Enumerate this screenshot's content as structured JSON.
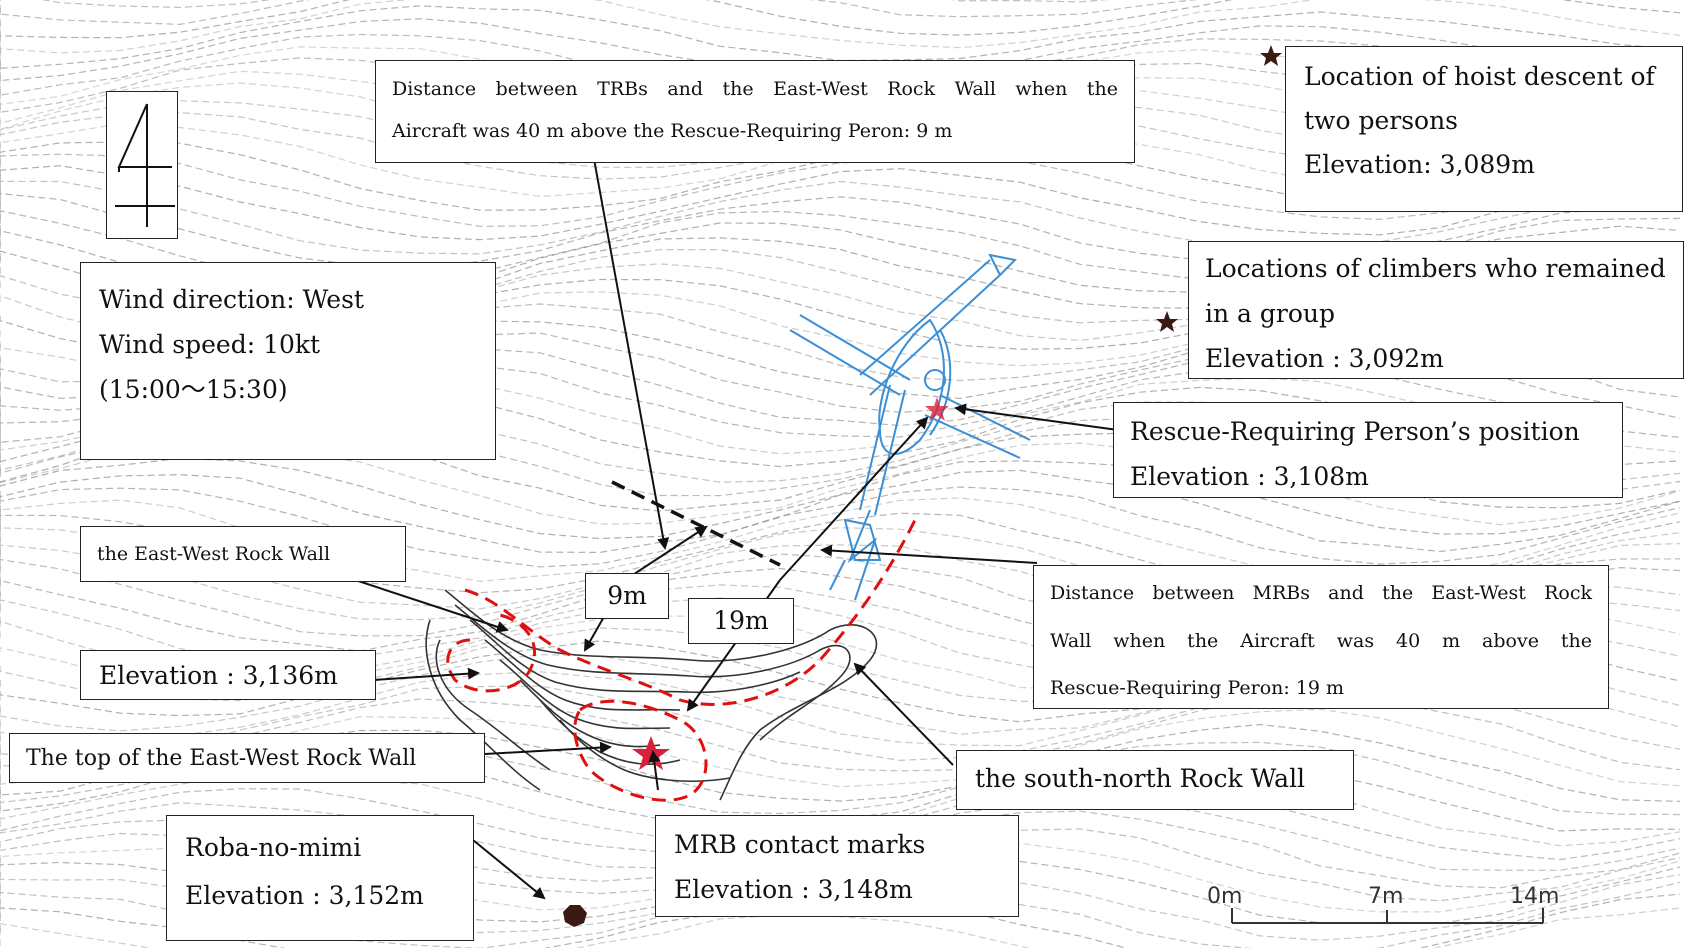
{
  "legend": {
    "wind_direction": "Wind direction: West",
    "wind_speed": "Wind speed: 10kt",
    "time_range": "(15:00〜15:30)"
  },
  "callouts": {
    "trb_distance": {
      "line1": "Distance between TRBs and the East-West Rock Wall when the",
      "line2": "Aircraft was 40 m above the Rescue-Requiring Peron: 9 m"
    },
    "hoist_descent": {
      "line1": "Location of hoist descent of",
      "line2": "two persons",
      "line3": "Elevation: 3,089m"
    },
    "climbers_group": {
      "line1": "Locations of climbers who remained",
      "line2": "in a group",
      "line3": "Elevation : 3,092m"
    },
    "rescue_person": {
      "line1": "Rescue-Requiring Person’s position",
      "line2": "Elevation : 3,108m"
    },
    "east_west_wall": "the East-West Rock Wall",
    "elevation_3136": "Elevation : 3,136m",
    "top_of_wall": "The top of the East-West Rock Wall",
    "mrb_distance": {
      "line1": "Distance between MRBs and the East-West Rock",
      "line2": "Wall when the Aircraft was 40 m above the",
      "line3": "Rescue-Requiring Peron: 19 m"
    },
    "south_north_wall": "the south-north Rock Wall",
    "roba_no_mimi": {
      "line1": "Roba-no-mimi",
      "line2": "Elevation : 3,152m"
    },
    "mrb_contact": {
      "line1": "MRB contact marks",
      "line2": "Elevation : 3,148m"
    }
  },
  "dimensions": {
    "trb": "9m",
    "mrb": "19m"
  },
  "scale_bar": {
    "ticks": [
      "0m",
      "7m",
      "14m"
    ]
  },
  "colors": {
    "aircraft": "#3b8fd6",
    "rock_wall_outline": "#e01010",
    "marker_red": "#d8203a",
    "marker_dark": "#3a1a12",
    "contour": "#8a8a8a",
    "ink": "#111111"
  },
  "icons": {
    "north_arrow": "north-arrow-icon",
    "wind_arrow": "right-arrow-outline-icon"
  }
}
